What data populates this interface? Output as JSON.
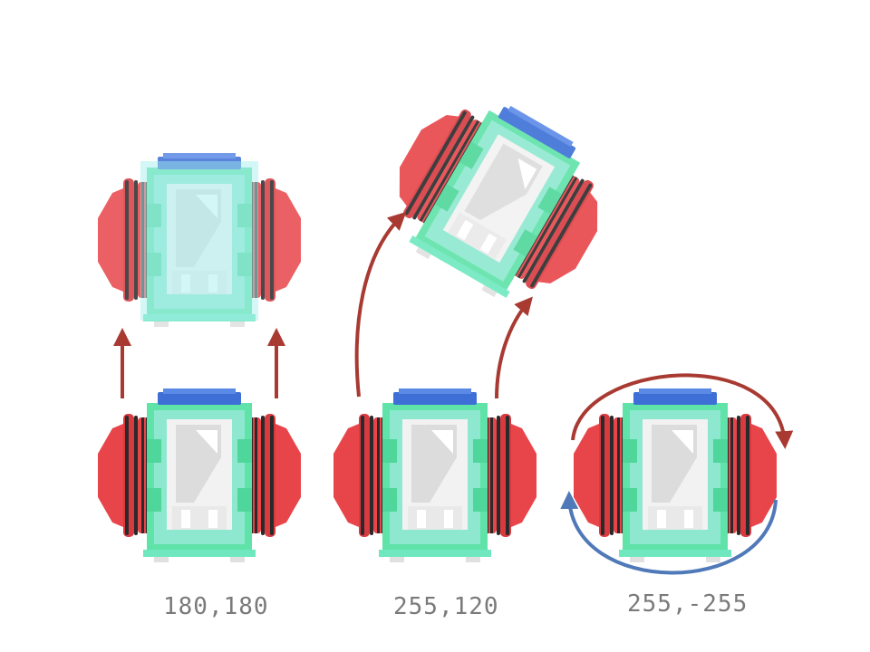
{
  "captions": [
    "180,180",
    "255,120",
    "255,-255"
  ],
  "colors": {
    "arrow_red": "#a83a32",
    "arrow_blue": "#4f79b8",
    "wheel_red": "#e8454a",
    "tire_black": "#2a2a2a",
    "body_green": "#5fe3a8",
    "body_cyan": "#8ee8e8",
    "body_white": "#f2f2f2",
    "top_blue": "#3d6fd6"
  },
  "icons": [
    "robot-icon",
    "arrow-icon"
  ]
}
